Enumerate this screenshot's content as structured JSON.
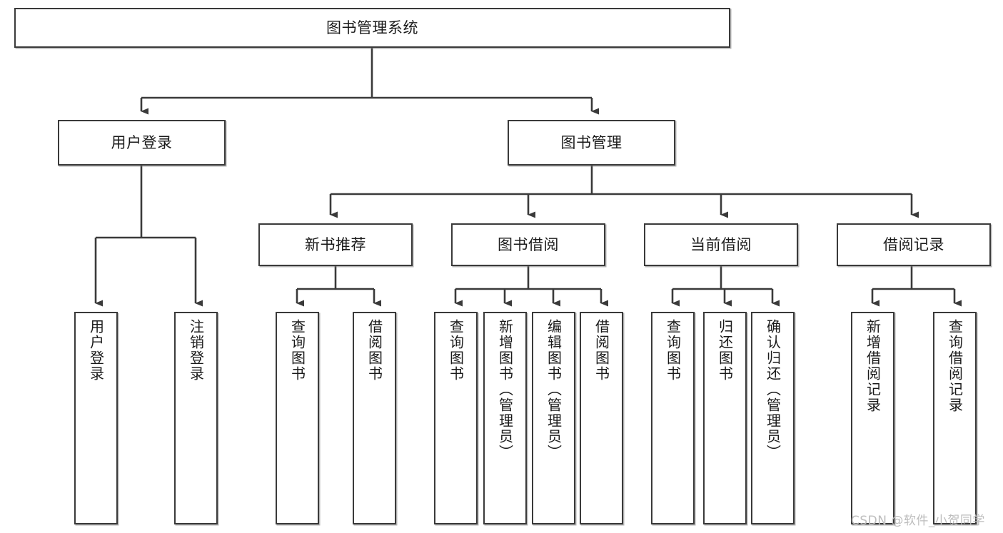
{
  "diagram": {
    "type": "tree",
    "title": "图书管理系统",
    "colors": {
      "node_border": "#3a3a3a",
      "node_fill": "#ffffff",
      "edge": "#3a3a3a",
      "background": "#ffffff",
      "watermark": "#bdbdbd"
    },
    "watermark": "CSDN @软件_小贺同学",
    "nodes": {
      "root": {
        "label": "图书管理系统"
      },
      "level2": [
        {
          "label": "用户登录"
        },
        {
          "label": "图书管理"
        }
      ],
      "level3": [
        {
          "label": "新书推荐"
        },
        {
          "label": "图书借阅"
        },
        {
          "label": "当前借阅"
        },
        {
          "label": "借阅记录"
        }
      ],
      "leaves_user_login": [
        {
          "label": "用户登录"
        },
        {
          "label": "注销登录"
        }
      ],
      "leaves_new_book": [
        {
          "label": "查询图书"
        },
        {
          "label": "借阅图书"
        }
      ],
      "leaves_borrow": [
        {
          "label": "查询图书"
        },
        {
          "label": "新增图书（管理员）"
        },
        {
          "label": "编辑图书（管理员）"
        },
        {
          "label": "借阅图书"
        }
      ],
      "leaves_current": [
        {
          "label": "查询图书"
        },
        {
          "label": "归还图书"
        },
        {
          "label": "确认归还（管理员）"
        }
      ],
      "leaves_records": [
        {
          "label": "新增借阅记录"
        },
        {
          "label": "查询借阅记录"
        }
      ]
    }
  }
}
